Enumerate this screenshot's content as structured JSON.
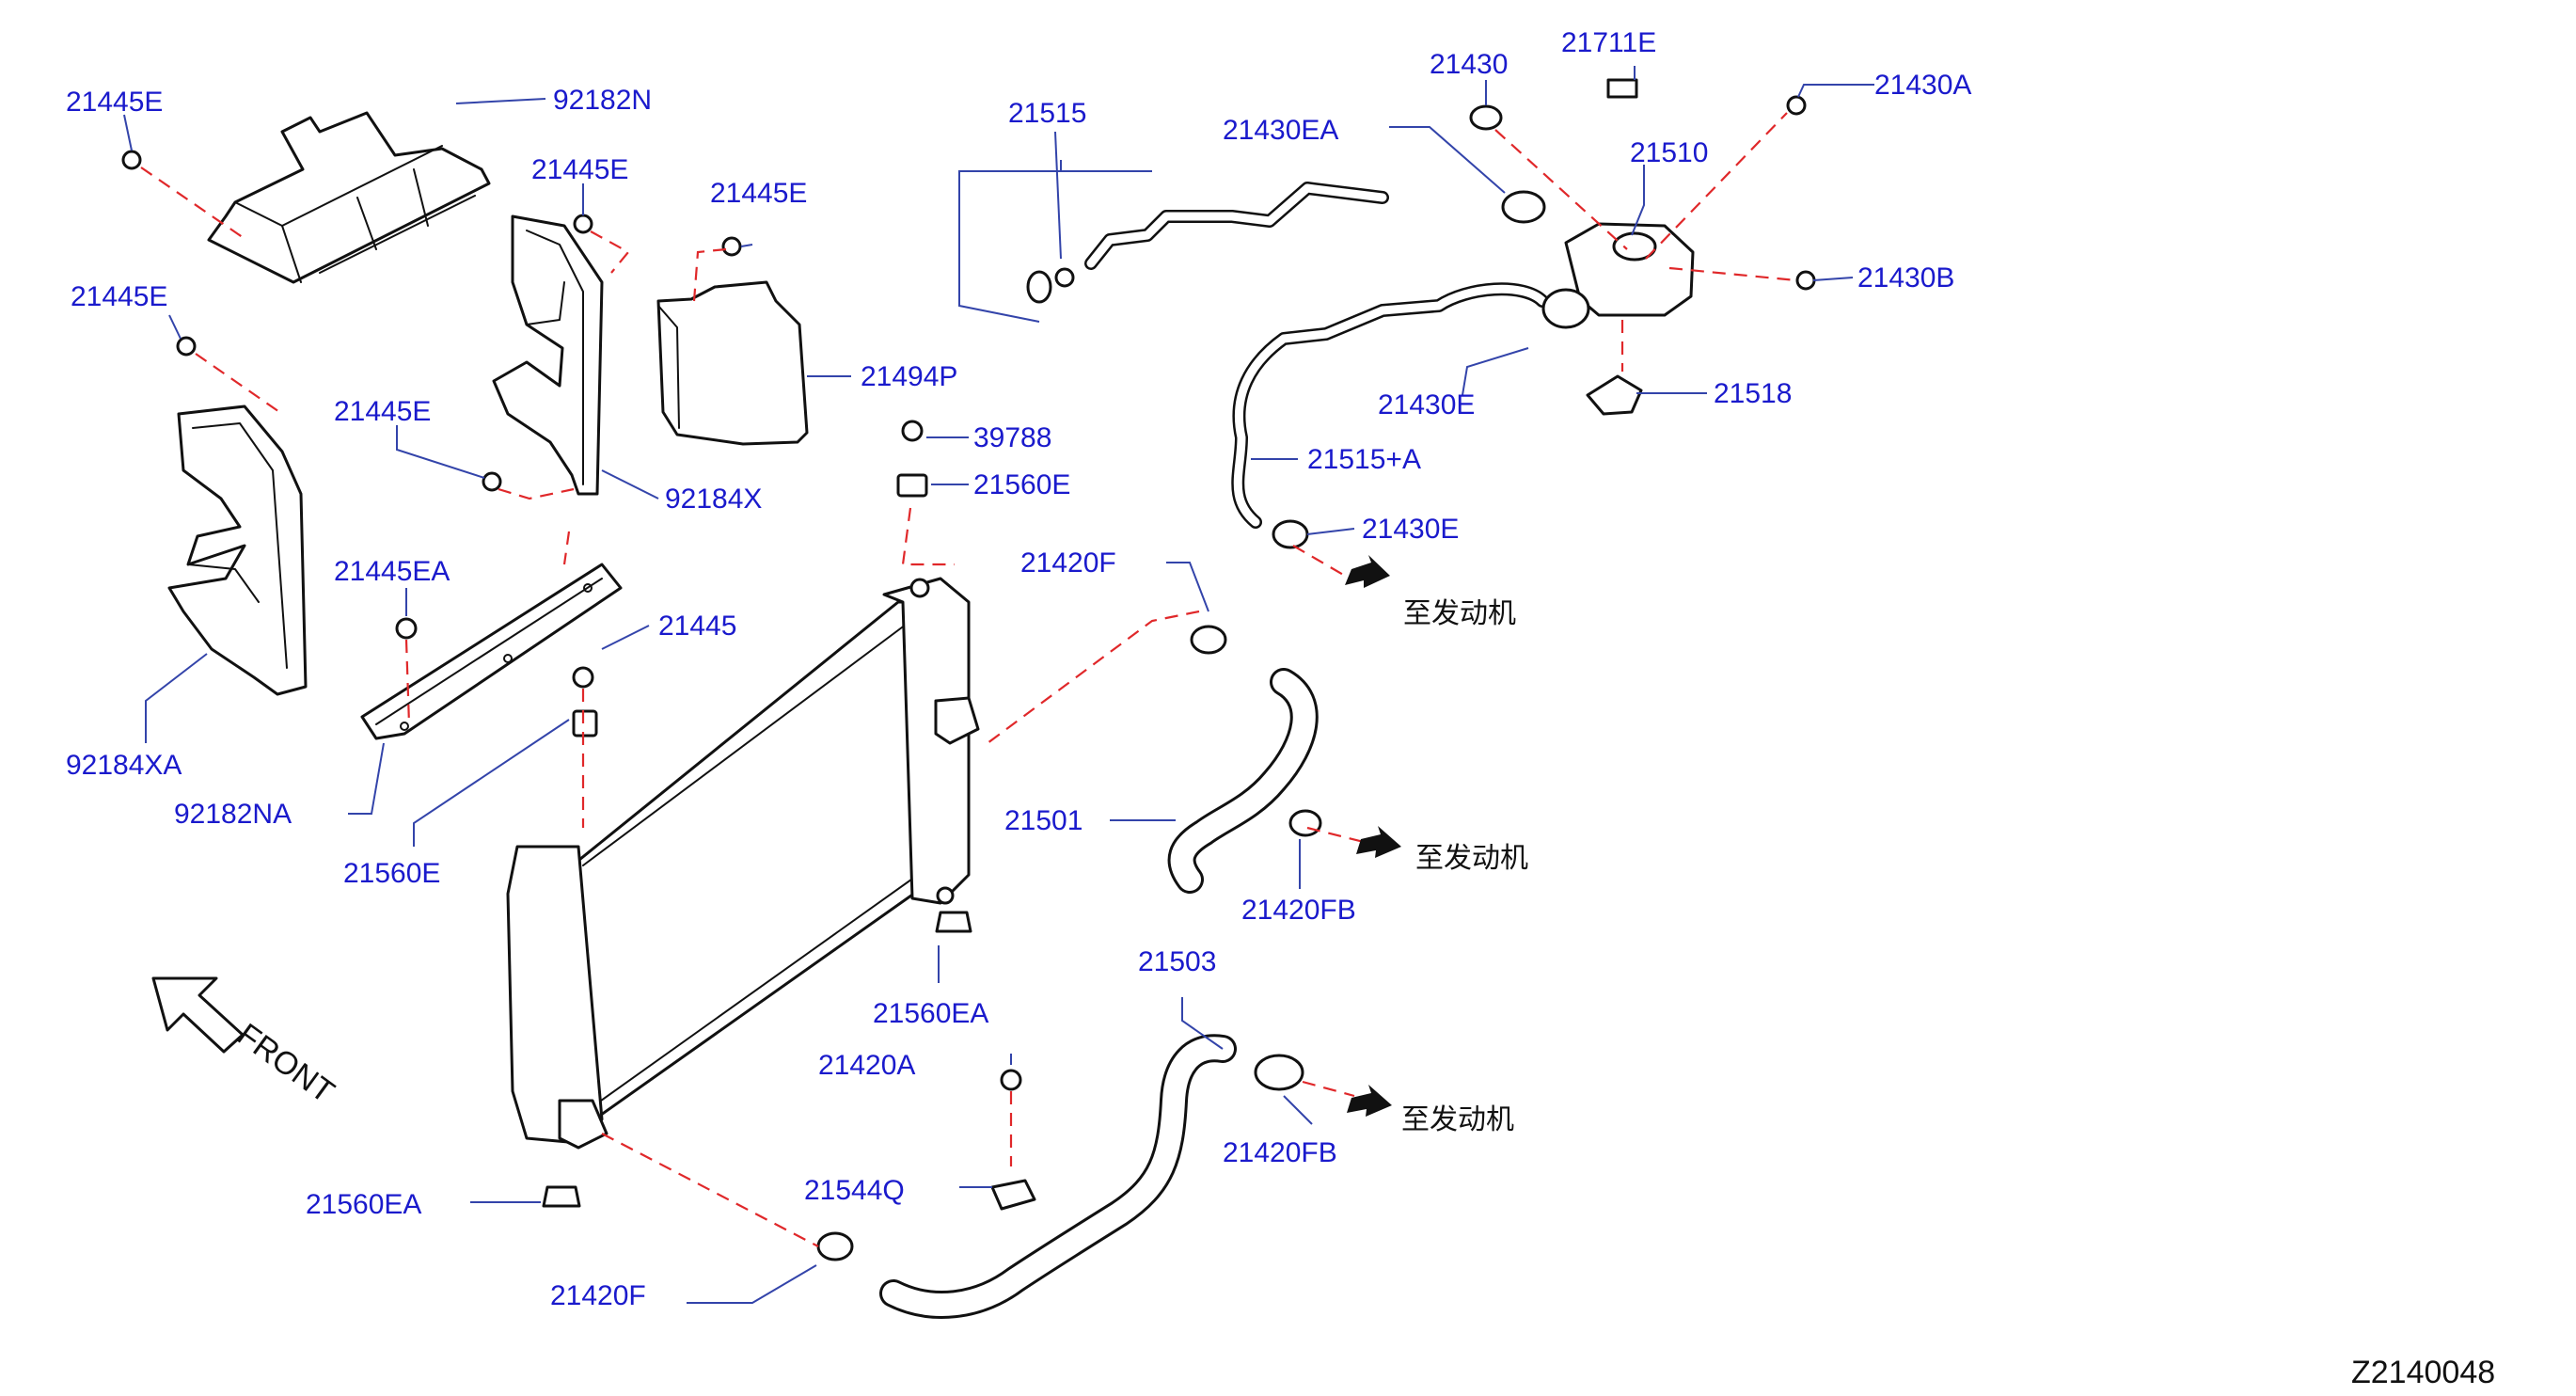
{
  "labels": {
    "l01": "21445E",
    "l02": "92182N",
    "l03": "21445E",
    "l04": "21445E",
    "l05": "21445E",
    "l06": "21494P",
    "l07": "21445E",
    "l08": "92184X",
    "l09": "21445EA",
    "l10": "21445",
    "l11": "92184XA",
    "l12": "92182NA",
    "l13": "21560E",
    "l14": "21515",
    "l15": "21430EA",
    "l16": "21430",
    "l17": "21711E",
    "l18": "21430A",
    "l19": "21510",
    "l20": "21430B",
    "l21": "21430E",
    "l22": "21518",
    "l23": "21515+A",
    "l24": "21430E",
    "l25": "39788",
    "l26": "21560E",
    "l27": "21420F",
    "l28": "21501",
    "l29": "21420FB",
    "l30": "21560EA",
    "l31": "21503",
    "l32": "21420A",
    "l33": "21420FB",
    "l34": "21544Q",
    "l35": "21560EA",
    "l36": "21420F"
  },
  "notes": {
    "to_engine_1": "至发动机",
    "to_engine_2": "至发动机",
    "to_engine_3": "至发动机"
  },
  "front_label": "FRONT",
  "diagram_code": "Z2140048",
  "colors": {
    "part_number": "#1a1acc",
    "dashed_line": "#e0282a",
    "outline": "#111111"
  }
}
